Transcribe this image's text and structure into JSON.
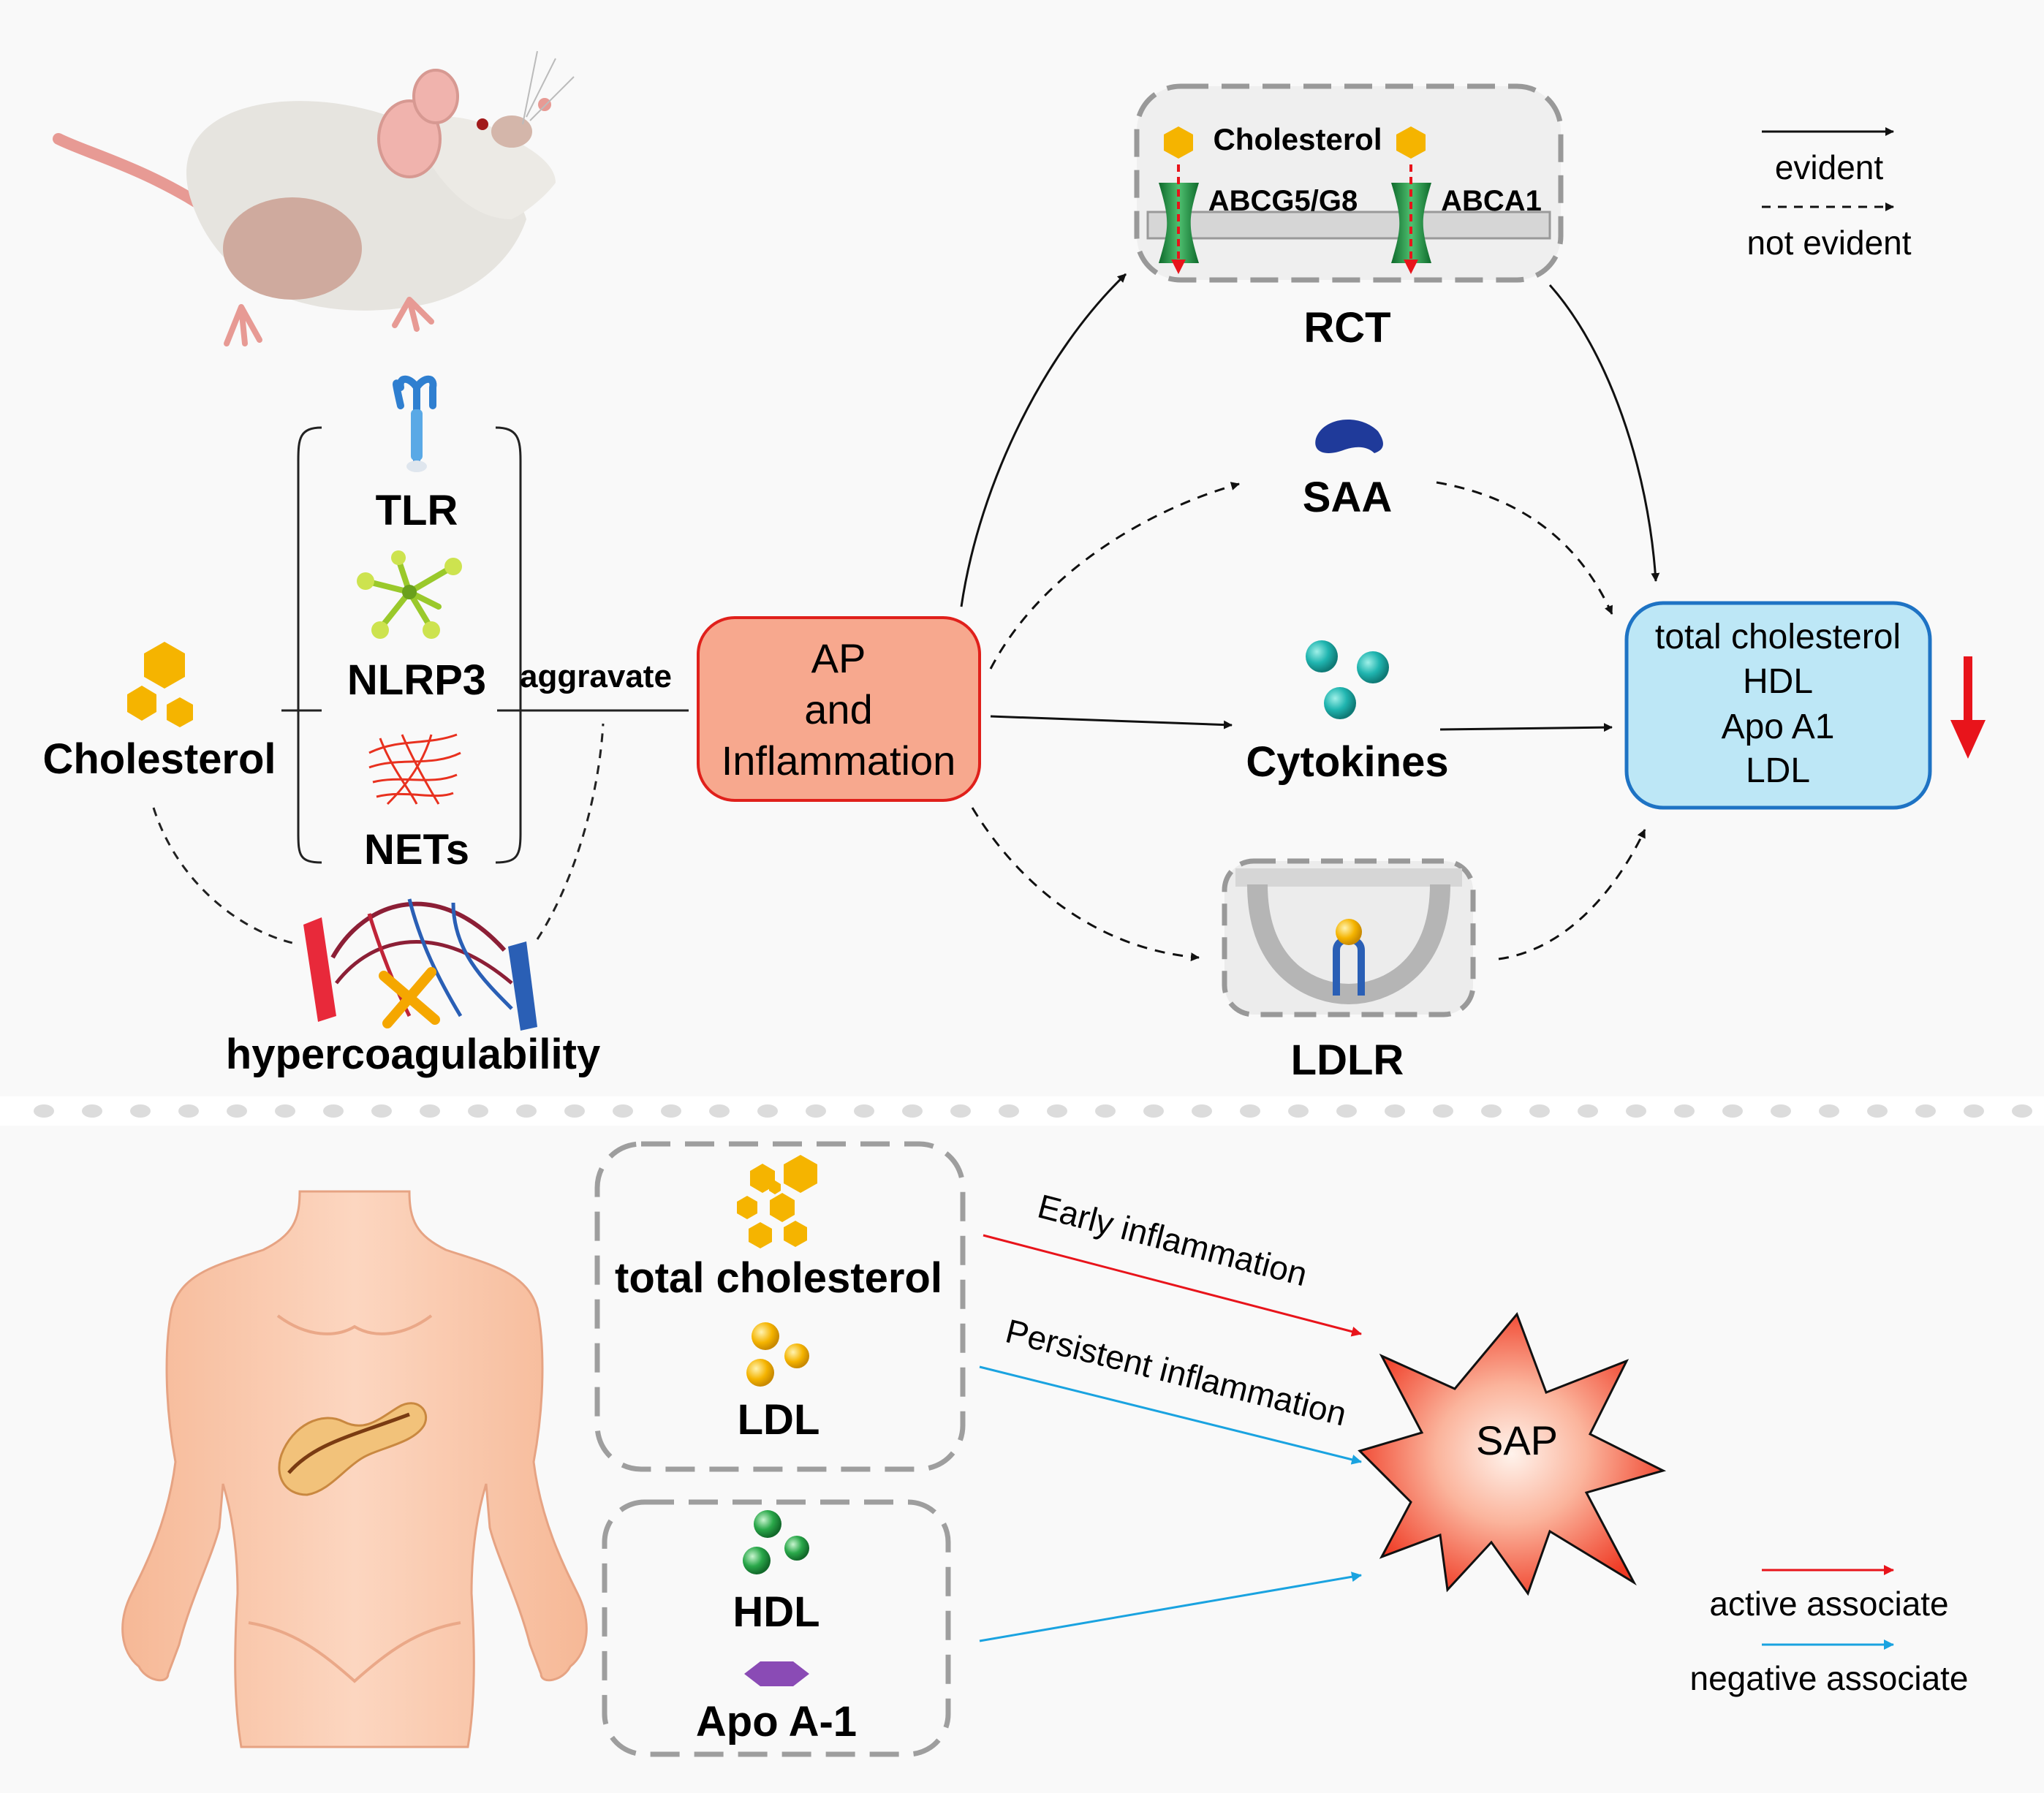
{
  "top": {
    "cholesterol_label": "Cholesterol",
    "tlr": "TLR",
    "nlrp3": "NLRP3",
    "nets": "NETs",
    "aggravate": "aggravate",
    "hypercoagulability": "hypercoagulability",
    "ap_line1": "AP",
    "ap_line2": "and",
    "ap_line3": "Inflammation",
    "rct_box": {
      "cholesterol": "Cholesterol",
      "abcg": "ABCG5/G8",
      "abca": "ABCA1"
    },
    "rct": "RCT",
    "saa": "SAA",
    "cytokines": "Cytokines",
    "ldlr": "LDLR",
    "result_lines": [
      "total cholesterol",
      "HDL",
      "Apo A1",
      "LDL"
    ],
    "legend": {
      "evident": "evident",
      "not_evident": "not evident"
    }
  },
  "bottom": {
    "total_cholesterol": "total cholesterol",
    "ldl": "LDL",
    "hdl": "HDL",
    "apo": "Apo A-1",
    "early": "Early inflammation",
    "persistent": "Persistent inflammation",
    "sap": "SAP",
    "legend": {
      "active": "active associate",
      "negative": "negative associate"
    }
  },
  "colors": {
    "ap_fill": "#f7a88e",
    "ap_stroke": "#e0201b",
    "result_fill": "#bde7f6",
    "result_stroke": "#1e73c4",
    "cholesterol": "#f5b400",
    "red_arrow": "#e8141b",
    "blue_arrow": "#1aa3e0",
    "hdl": "#2aa84a",
    "apo": "#8a4bb5",
    "cytokine": "#20b5b0",
    "saa": "#1f3a9a"
  },
  "icons": [
    "mouse-illustration",
    "tlr-icon",
    "nlrp3-icon",
    "nets-icon",
    "hypercoagulability-icon",
    "membrane-transporter-icon",
    "saa-icon",
    "cytokine-icon",
    "ldlr-icon",
    "down-arrow-icon",
    "human-body-illustration",
    "pancreas-icon",
    "sap-burst-icon"
  ]
}
